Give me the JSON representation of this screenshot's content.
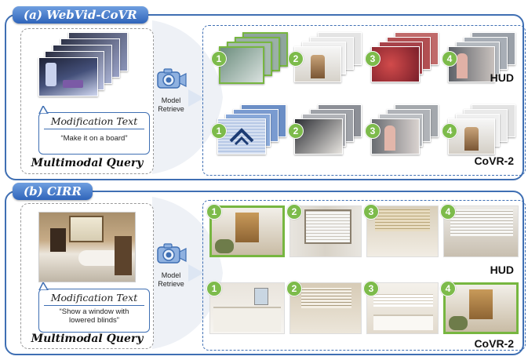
{
  "panel_a": {
    "tag": "(a) WebVid-CoVR",
    "query": {
      "modification_title": "Modification Text",
      "modification_text": "“Make it on a board”",
      "title": "Multimodal Query"
    },
    "retrieve_label_1": "Model",
    "retrieve_label_2": "Retrieve",
    "rows": [
      {
        "label": "HUD",
        "ranks": [
          "1",
          "2",
          "3",
          "4"
        ]
      },
      {
        "label": "CoVR-2",
        "ranks": [
          "1",
          "2",
          "3",
          "4"
        ]
      }
    ]
  },
  "panel_b": {
    "tag": "(b) CIRR",
    "query": {
      "modification_title": "Modification Text",
      "modification_text_line1": "“Show a window with",
      "modification_text_line2": "lowered blinds”",
      "title": "Multimodal Query"
    },
    "retrieve_label_1": "Model",
    "retrieve_label_2": "Retrieve",
    "rows": [
      {
        "label": "HUD",
        "ranks": [
          "1",
          "2",
          "3",
          "4"
        ]
      },
      {
        "label": "CoVR-2",
        "ranks": [
          "1",
          "2",
          "3",
          "4"
        ]
      }
    ]
  },
  "colors": {
    "frame_blue": "#3f6fb3",
    "rank_green": "#7dbb4b"
  },
  "icons": [
    "camera-search-icon",
    "arrow-right-icon"
  ]
}
